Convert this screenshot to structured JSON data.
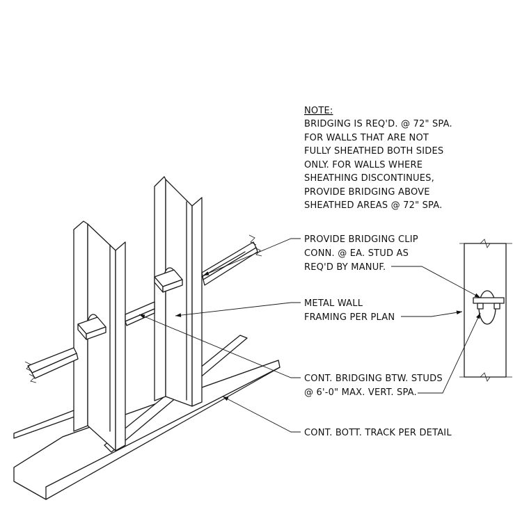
{
  "note": {
    "title": "NOTE:",
    "lines": [
      "BRIDGING IS REQ'D. @ 72\" SPA.",
      "FOR WALLS THAT ARE NOT",
      "FULLY SHEATHED BOTH SIDES",
      "ONLY. FOR WALLS WHERE",
      "SHEATHING DISCONTINUES,",
      "PROVIDE BRIDGING ABOVE",
      "SHEATHED AREAS @ 72\" SPA."
    ]
  },
  "callouts": {
    "clip": [
      "PROVIDE BRIDGING CLIP",
      "CONN. @ EA. STUD AS",
      "REQ'D BY MANUF."
    ],
    "framing": [
      "METAL WALL",
      "FRAMING PER PLAN"
    ],
    "bridging": [
      "CONT. BRIDGING BTW. STUDS",
      "@ 6'-0\" MAX. VERT. SPA."
    ],
    "track": [
      "CONT. BOTT. TRACK PER DETAIL"
    ]
  }
}
